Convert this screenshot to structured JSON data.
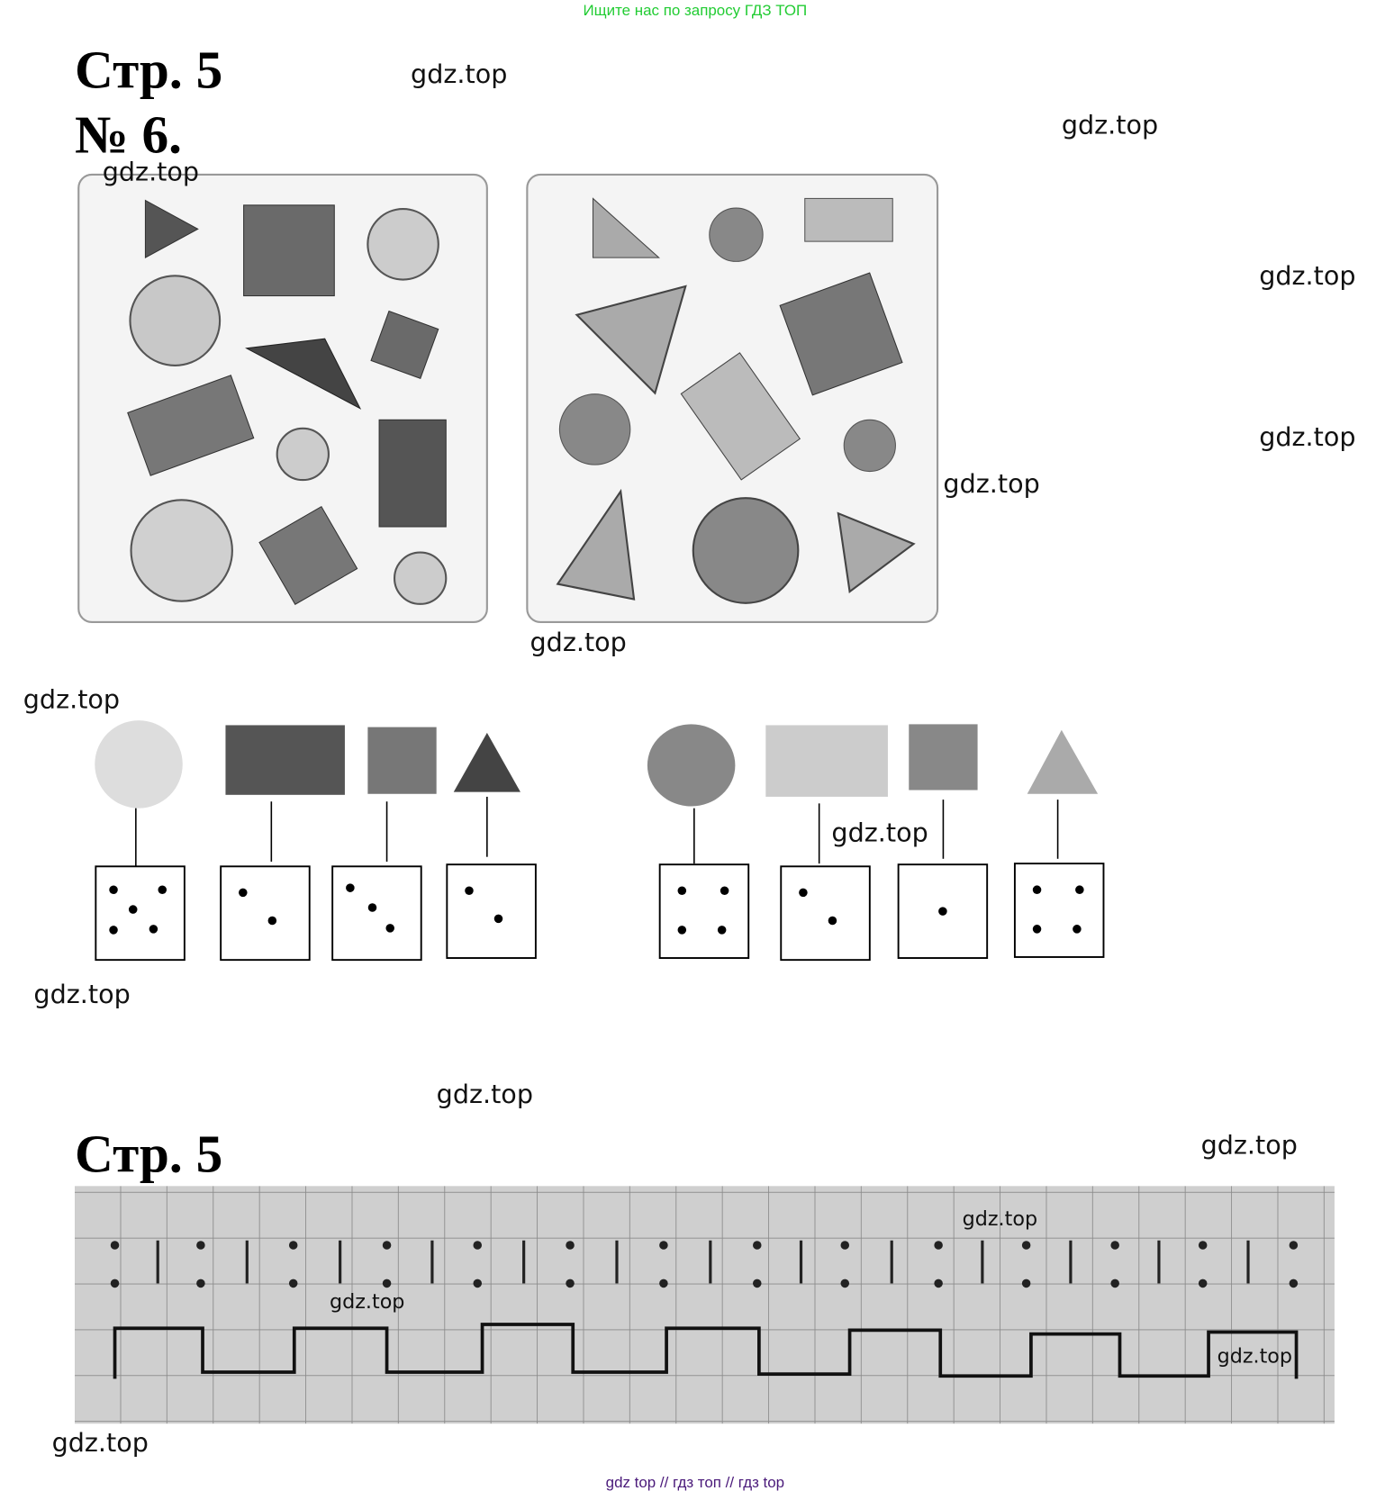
{
  "banner": "Ищите нас по запросу ГДЗ ТОП",
  "page_heading_1": "Стр. 5",
  "task_number": "№ 6.",
  "page_heading_2": "Стр. 5",
  "watermarks": [
    "gdz.top",
    "gdz.top",
    "gdz.top",
    "gdz.top",
    "gdz.top",
    "gdz.top",
    "gdz.top",
    "gdz.top",
    "gdz.top",
    "gdz.top",
    "gdz.top",
    "gdz.top",
    "gdz.top",
    "gdz.top",
    "gdz.top",
    "gdz.top"
  ],
  "footer": "gdz top  //  гдз топ  //  гдз top",
  "dice_counts": {
    "left_group": [
      5,
      2,
      3,
      2
    ],
    "right_group": [
      4,
      2,
      1,
      4
    ]
  }
}
